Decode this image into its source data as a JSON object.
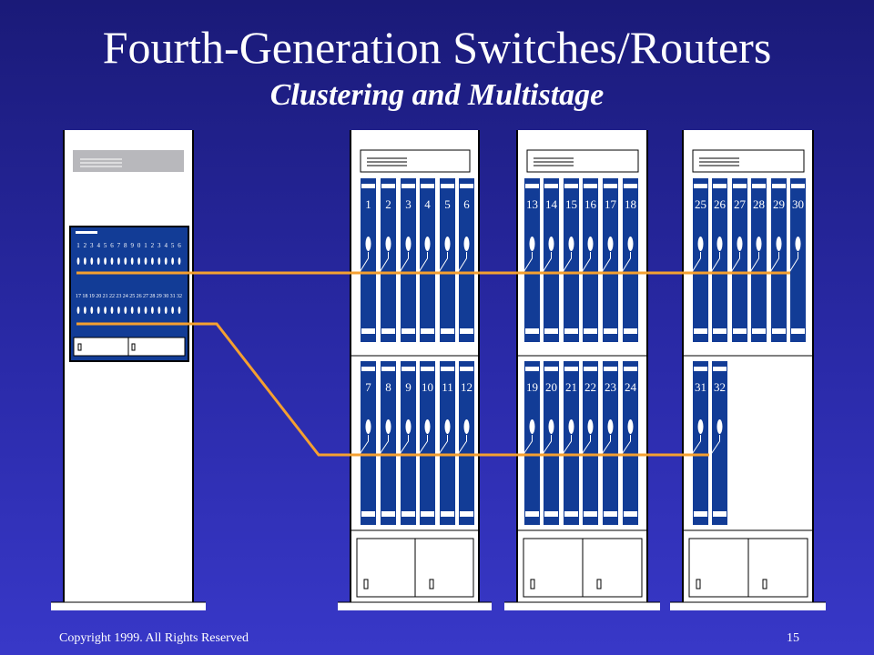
{
  "title": "Fourth-Generation Switches/Routers",
  "subtitle": "Clustering and Multistage",
  "footer": {
    "copyright": "Copyright 1999. All Rights Reserved",
    "page_number": "15"
  },
  "colors": {
    "background_top": "#1a1a78",
    "background_bottom": "#3838c8",
    "card": "#123c96",
    "rack": "#ffffff",
    "link": "#f5a030"
  },
  "core_switch": {
    "upper_ports": [
      "1",
      "2",
      "3",
      "4",
      "5",
      "6",
      "7",
      "8",
      "9",
      "0",
      "1",
      "2",
      "3",
      "4",
      "5",
      "6"
    ],
    "lower_ports": [
      "17",
      "18",
      "19",
      "20",
      "21",
      "22",
      "23",
      "24",
      "25",
      "26",
      "27",
      "28",
      "29",
      "30",
      "31",
      "32"
    ]
  },
  "racks": [
    {
      "upper_ports": [
        "1",
        "2",
        "3",
        "4",
        "5",
        "6"
      ],
      "lower_ports": [
        "7",
        "8",
        "9",
        "10",
        "11",
        "12"
      ]
    },
    {
      "upper_ports": [
        "13",
        "14",
        "15",
        "16",
        "17",
        "18"
      ],
      "lower_ports": [
        "19",
        "20",
        "21",
        "22",
        "23",
        "24"
      ]
    },
    {
      "upper_ports": [
        "25",
        "26",
        "27",
        "28",
        "29",
        "30"
      ],
      "lower_ports": [
        "31",
        "32"
      ]
    }
  ]
}
